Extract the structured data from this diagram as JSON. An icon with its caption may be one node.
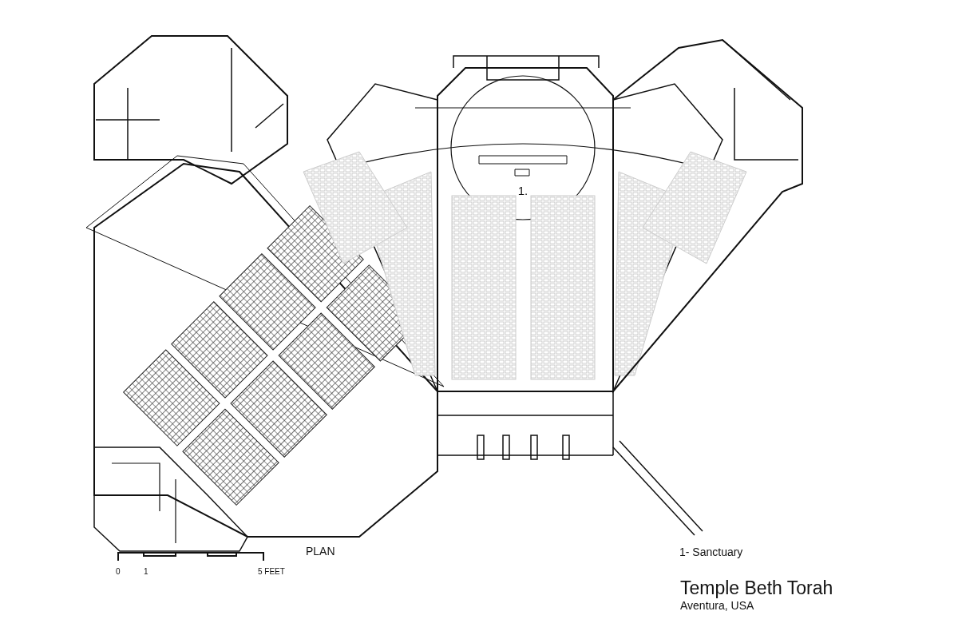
{
  "diagram": {
    "title": "Temple Beth Torah",
    "labels": [
      "1.",
      "PLAN",
      "0",
      "1",
      "5 FEET",
      "1- Sanctuary",
      "Aventura, USA"
    ]
  }
}
